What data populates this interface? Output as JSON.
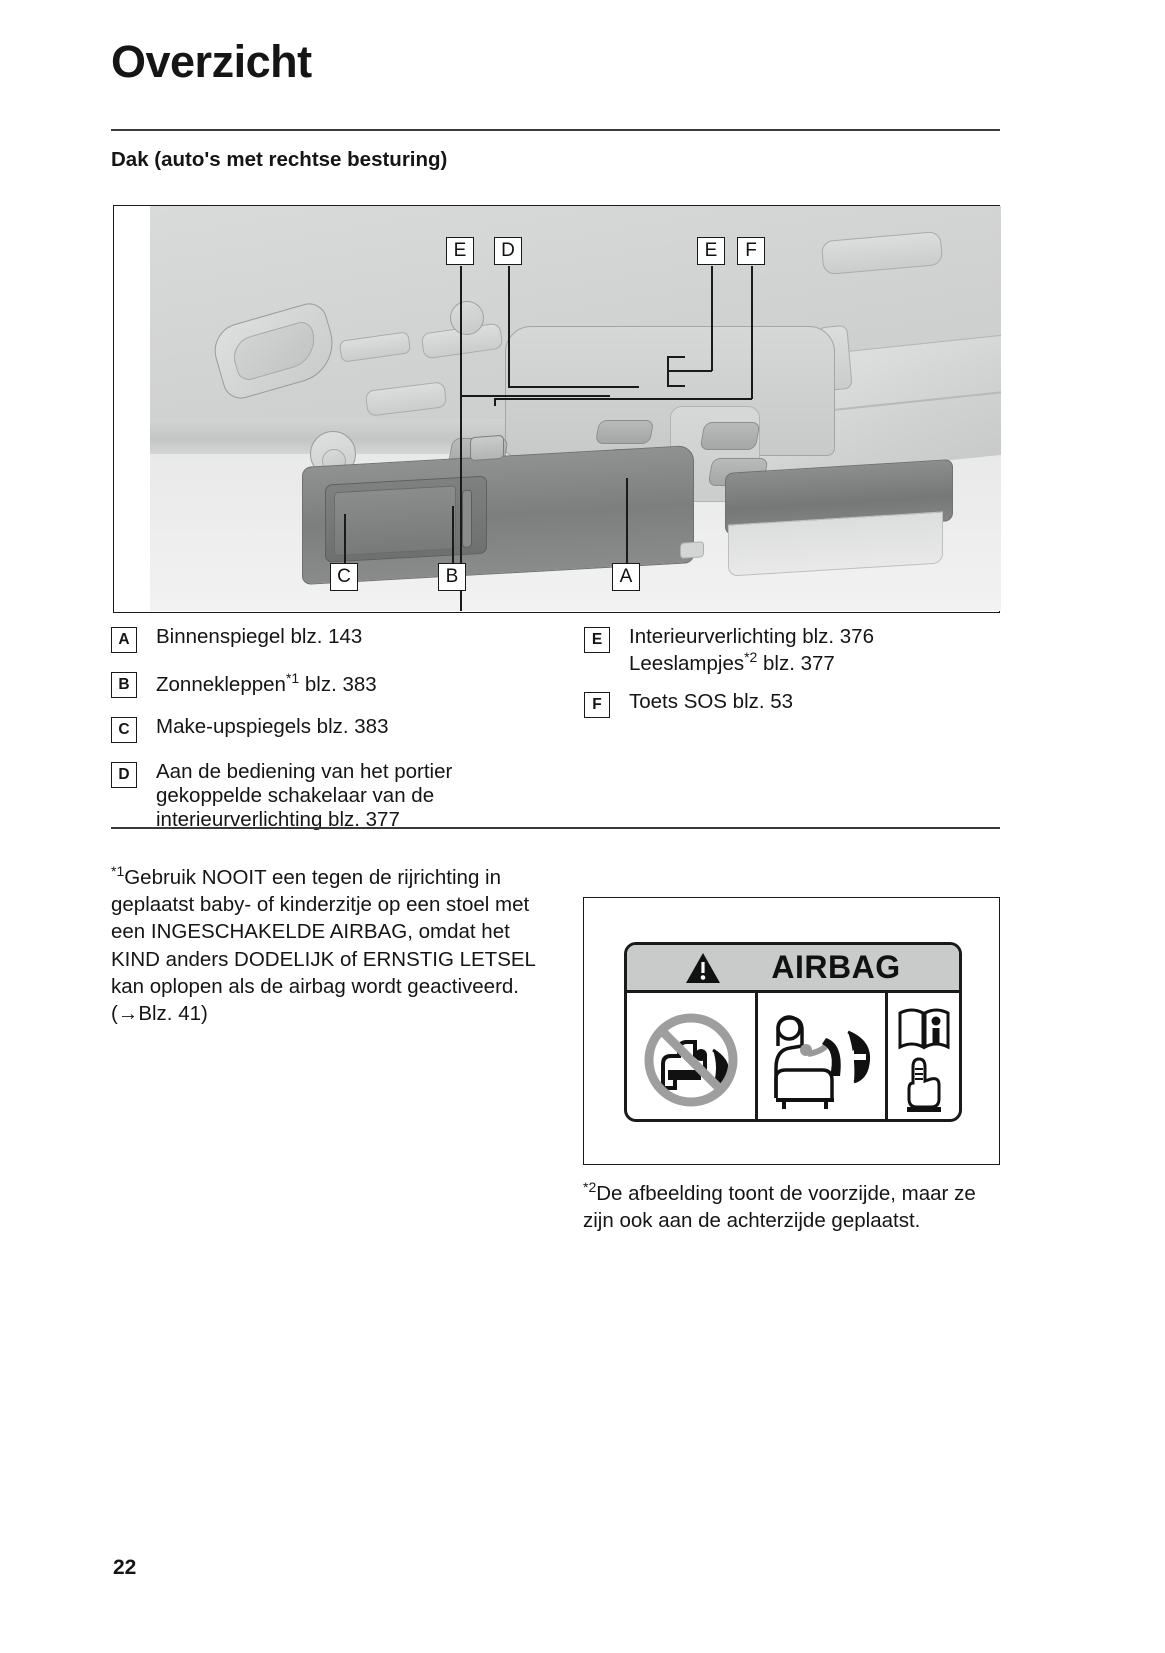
{
  "document": {
    "title": "Overzicht",
    "section_heading": "Dak (auto's met rechtse besturing)",
    "page_number": "22"
  },
  "figure": {
    "name": "dak-overzicht-diagram",
    "callouts": [
      {
        "key": "E",
        "position": "top-left"
      },
      {
        "key": "D",
        "position": "top-left-2"
      },
      {
        "key": "E",
        "position": "top-right"
      },
      {
        "key": "F",
        "position": "top-right-2"
      },
      {
        "key": "C",
        "position": "bottom-left"
      },
      {
        "key": "B",
        "position": "bottom-center-left"
      },
      {
        "key": "A",
        "position": "bottom-center-right"
      }
    ]
  },
  "legend": {
    "left": [
      {
        "badge": "A",
        "text": "Binnenspiegel blz. 143",
        "sup": "",
        "tail": ""
      },
      {
        "badge": "B",
        "text": "Zonnekleppen",
        "sup": "*1",
        "tail": " blz. 383"
      },
      {
        "badge": "C",
        "text": "Make-upspiegels blz. 383",
        "sup": "",
        "tail": ""
      },
      {
        "badge": "D",
        "text": "Aan de bediening van het portier gekoppelde schakelaar van de interieurverlichting blz. 377",
        "sup": "",
        "tail": ""
      }
    ],
    "right": [
      {
        "badge": "E",
        "text": "Interieurverlichting blz. 376",
        "sup": "",
        "tail": "",
        "line2_pre": "Leeslampjes",
        "line2_sup": "*2",
        "line2_post": " blz. 377"
      },
      {
        "badge": "F",
        "text": "Toets SOS blz. 53",
        "sup": "",
        "tail": ""
      }
    ]
  },
  "footnotes": {
    "one_marker": "*1",
    "one_text": "Gebruik NOOIT een tegen de rijrichting in geplaatst baby- of kinderzitje op een stoel met een INGESCHAKELDE AIRBAG, omdat het KIND anders DODELIJK of ERNSTIG LETSEL kan oplopen als de airbag wordt geactiveerd. (→Blz. 41)",
    "two_marker": "*2",
    "two_text": "De afbeelding toont de voorzijde, maar ze zijn ook aan de achterzijde geplaatst."
  },
  "airbag_label": {
    "title": "AIRBAG",
    "warning_icon": "warning-triangle-icon",
    "panels": [
      {
        "name": "no-rear-facing-child-seat-icon"
      },
      {
        "name": "airbag-deployment-icon"
      },
      {
        "name": "read-manual-icon"
      }
    ],
    "header_bg": "#c9caca"
  }
}
